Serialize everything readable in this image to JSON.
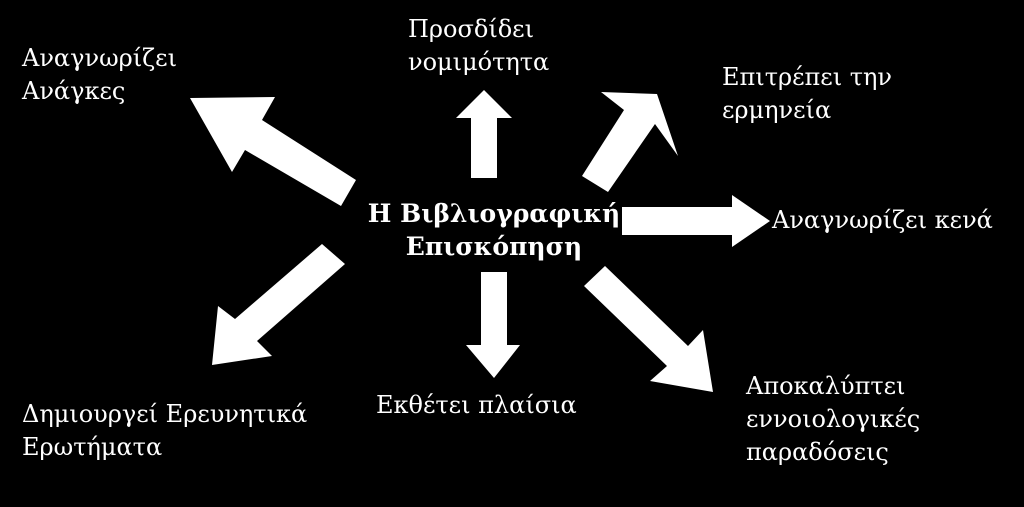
{
  "diagram": {
    "center": {
      "line1": "Η Βιβλιογραφική",
      "line2": "Επισκόπηση"
    },
    "nodes": {
      "needs": {
        "line1": "Αναγνωρίζει",
        "line2": "Ανάγκες"
      },
      "legitimacy": {
        "line1": "Προσδίδει",
        "line2": "νομιμότητα"
      },
      "interpretation": {
        "line1": "Επιτρέπει την",
        "line2": "ερμηνεία"
      },
      "gaps": {
        "line1": "Αναγνωρίζει κενά"
      },
      "traditions": {
        "line1": "Αποκαλύπτει",
        "line2": "εννοιολογικές",
        "line3": "παραδόσεις"
      },
      "frameworks": {
        "line1": "Εκθέτει πλαίσια"
      },
      "questions": {
        "line1": "Δημιουργεί Ερευνητικά",
        "line2": "Ερωτήματα"
      }
    },
    "colors": {
      "background": "#000000",
      "arrow": "#ffffff",
      "text": "#ffffff"
    }
  }
}
